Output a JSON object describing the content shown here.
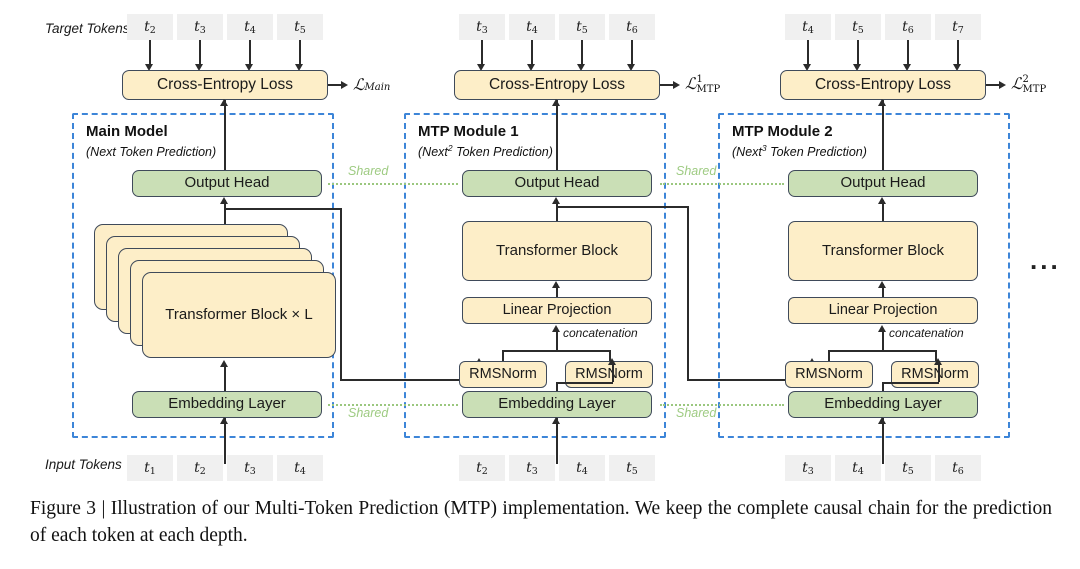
{
  "figure": {
    "caption": "Figure 3 | Illustration of our Multi-Token Prediction (MTP) implementation. We keep the complete causal chain for the prediction of each token at each depth."
  },
  "row_labels": {
    "target": "Target Tokens",
    "input": "Input Tokens"
  },
  "shared_label": "Shared",
  "concatenation_label": "concatenation",
  "ellipsis": "...",
  "colors": {
    "green_block": "#cadfb6",
    "yellow_block": "#fdeec8",
    "block_border": "#3f4a5a",
    "module_border": "#3d85d8",
    "token_chip": "#f0f0f0",
    "shared_dotted": "#9bc77f",
    "shared_text": "#9ecb82",
    "connector": "#2b2b2b"
  },
  "columns": [
    {
      "id": "main",
      "title": "Main Model",
      "subtitle_pre": "(Next",
      "subtitle_sup": "",
      "subtitle_post": " Token Prediction)",
      "loss_box": "Cross-Entropy Loss",
      "loss_symbol": {
        "script": "ℒ",
        "sub": "Main",
        "sup": ""
      },
      "output_head": "Output Head",
      "body_block": "Transformer Block × L",
      "embedding": "Embedding Layer",
      "target_tokens": [
        "t2",
        "t3",
        "t4",
        "t5"
      ],
      "input_tokens": [
        "t1",
        "t2",
        "t3",
        "t4"
      ]
    },
    {
      "id": "mtp1",
      "title": "MTP Module 1",
      "subtitle_pre": "(Next",
      "subtitle_sup": "2",
      "subtitle_post": " Token Prediction)",
      "loss_box": "Cross-Entropy Loss",
      "loss_symbol": {
        "script": "ℒ",
        "sub": "MTP",
        "sup": "1"
      },
      "output_head": "Output Head",
      "body_block": "Transformer Block",
      "projection": "Linear Projection",
      "norm_left": "RMSNorm",
      "norm_right": "RMSNorm",
      "embedding": "Embedding Layer",
      "target_tokens": [
        "t3",
        "t4",
        "t5",
        "t6"
      ],
      "input_tokens": [
        "t2",
        "t3",
        "t4",
        "t5"
      ]
    },
    {
      "id": "mtp2",
      "title": "MTP Module 2",
      "subtitle_pre": "(Next",
      "subtitle_sup": "3",
      "subtitle_post": " Token Prediction)",
      "loss_box": "Cross-Entropy Loss",
      "loss_symbol": {
        "script": "ℒ",
        "sub": "MTP",
        "sup": "2"
      },
      "output_head": "Output Head",
      "body_block": "Transformer Block",
      "projection": "Linear Projection",
      "norm_left": "RMSNorm",
      "norm_right": "RMSNorm",
      "embedding": "Embedding Layer",
      "target_tokens": [
        "t4",
        "t5",
        "t6",
        "t7"
      ],
      "input_tokens": [
        "t3",
        "t4",
        "t5",
        "t6"
      ]
    }
  ],
  "tokens": {
    "t1": {
      "base": "t",
      "sub": "1"
    },
    "t2": {
      "base": "t",
      "sub": "2"
    },
    "t3": {
      "base": "t",
      "sub": "3"
    },
    "t4": {
      "base": "t",
      "sub": "4"
    },
    "t5": {
      "base": "t",
      "sub": "5"
    },
    "t6": {
      "base": "t",
      "sub": "6"
    },
    "t7": {
      "base": "t",
      "sub": "7"
    }
  }
}
